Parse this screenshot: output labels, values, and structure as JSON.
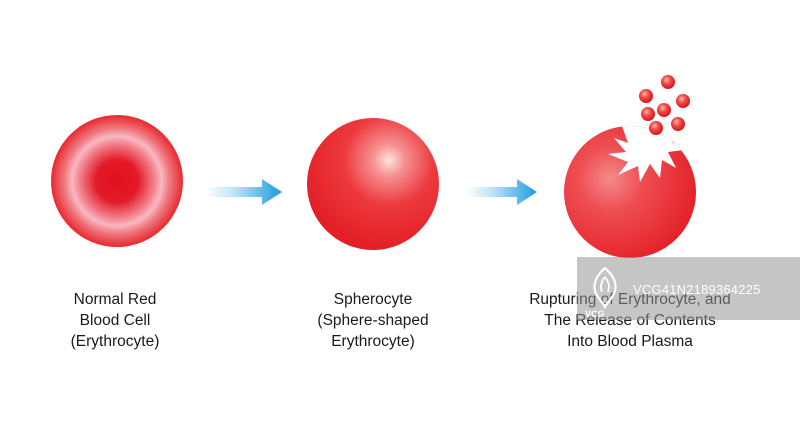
{
  "stages": [
    {
      "id": "normal",
      "caption_lines": [
        "Normal Red",
        "Blood Cell",
        "(Erythrocyte)"
      ]
    },
    {
      "id": "spherocyte",
      "caption_lines": [
        "Spherocyte",
        "(Sphere-shaped",
        "Erythrocyte)"
      ]
    },
    {
      "id": "rupture",
      "caption_lines": [
        "Rupturing of Erythrocyte, and",
        "The Release of Contents",
        "Into Blood Plasma"
      ]
    }
  ],
  "watermark": {
    "brand": "VCG",
    "code": "VCG41N2189364225"
  },
  "colors": {
    "cell_red": "#e8202a",
    "cell_light": "#f8b8c0",
    "arrow_start": "#ffffff",
    "arrow_end": "#1e9be0",
    "text": "#1a1a1a"
  },
  "icons": {
    "arrow": "arrow-right-icon",
    "burst": "burst-icon"
  }
}
